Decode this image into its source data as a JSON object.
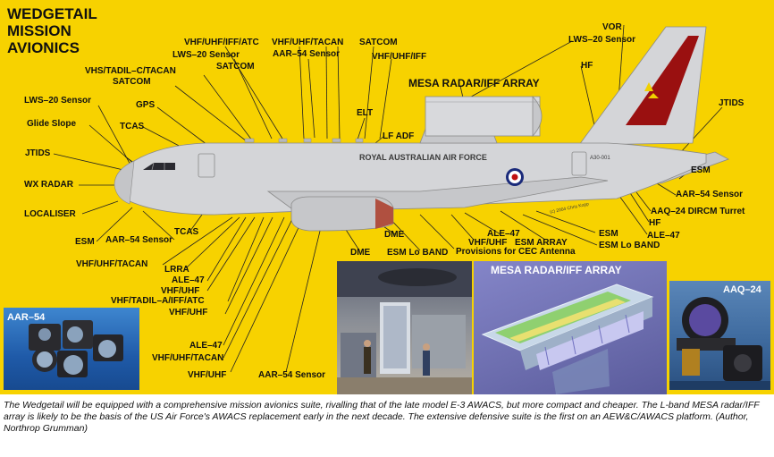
{
  "title": {
    "line1": "WEDGETAIL",
    "line2": "MISSION",
    "line3": "AVIONICS"
  },
  "mesa_heading": "MESA RADAR/IFF ARRAY",
  "fuselage_text": "ROYAL AUSTRALIAN AIR FORCE",
  "serial": "A30-001",
  "copyright": "(c) 2004 Chris Kopp",
  "labels": {
    "vhf_uhf_iff_atc": "VHF/UHF/IFF/ATC",
    "vhf_uhf_tacan_top": "VHF/UHF/TACAN",
    "satcom_top": "SATCOM",
    "lws20_top": "LWS–20 Sensor",
    "aar54_top": "AAR–54 Sensor",
    "satcom_mid": "SATCOM",
    "vhf_uhf_iff": "VHF/UHF/IFF",
    "vhs_tadil": "VHS/TADIL–C/TACAN",
    "satcom_left": "SATCOM",
    "gps": "GPS",
    "elt": "ELT",
    "lf_adf": "LF ADF",
    "lws20_left": "LWS–20 Sensor",
    "glide_slope": "Glide Slope",
    "tcas_top": "TCAS",
    "jtids_left": "JTIDS",
    "wx_radar": "WX RADAR",
    "localiser": "LOCALISER",
    "esm_left": "ESM",
    "aar54_left": "AAR–54 Sensor",
    "tcas_bottom": "TCAS",
    "vhf_uhf_tacan_left": "VHF/UHF/TACAN",
    "lrra": "LRRA",
    "ale47_left": "ALE–47",
    "vhf_uhf_a": "VHF/UHF",
    "vhf_tadil_a": "VHF/TADIL–A/IFF/ATC",
    "vhf_uhf_b": "VHF/UHF",
    "ale47_lower": "ALE–47",
    "vhf_uhf_tacan_lower": "VHF/UHF/TACAN",
    "vhf_uhf_bottom": "VHF/UHF",
    "aar54_bottom": "AAR–54 Sensor",
    "dme_a": "DME",
    "dme_b": "DME",
    "esm_lo_band_a": "ESM Lo BAND",
    "ale47_mid": "ALE–47",
    "vhf_uhf_mid": "VHF/UHF",
    "provisions_cec": "Provisions for CEC Antenna",
    "esm_array": "ESM ARRAY",
    "esm_mid": "ESM",
    "esm_lo_band_b": "ESM Lo BAND",
    "vor": "VOR",
    "lws20_right": "LWS–20 Sensor",
    "hf_top": "HF",
    "jtids_right": "JTIDS",
    "esm_right": "ESM",
    "aar54_right": "AAR–54 Sensor",
    "aaq24_dircm": "AAQ–24 DIRCM Turret",
    "hf_bottom": "HF",
    "ale47_right": "ALE–47"
  },
  "photos": {
    "aar54": "AAR–54",
    "mesa": "MESA RADAR/IFF ARRAY",
    "aaq24": "AAQ–24"
  },
  "caption": "The Wedgetail will be equipped with a comprehensive mission avionics suite, rivalling that of the late model E-3 AWACS, but more compact and cheaper. The L-band MESA radar/IFF array is likely to be the basis of the US Air Force's AWACS replacement early in the next decade. The extensive defensive suite is the first on an AEW&C/AWACS platform. (Author, Northrop Grumman)",
  "colors": {
    "panel": "#f7d200",
    "fuselage": "#d4d5d8",
    "tail_stripe": "#9a1010",
    "mesa_photo_bg": "#6e6fb0"
  }
}
